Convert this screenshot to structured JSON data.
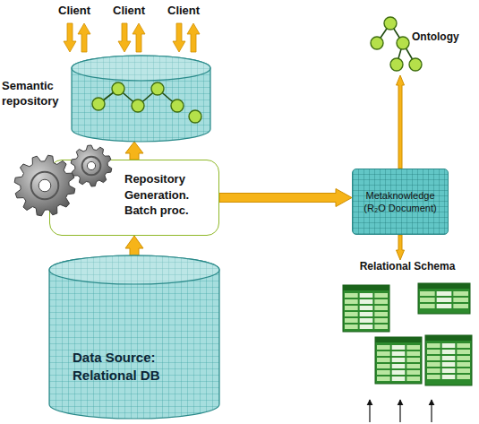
{
  "diagram": {
    "nodes": [
      {
        "text": [
          "Semantic repository"
        ]
      },
      {
        "text": [
          "Ontology"
        ]
      },
      {
        "text": [
          "Repository Generation. Batch proc."
        ]
      },
      {
        "text": [
          "Metaknowledge (R₂O Document)"
        ]
      },
      {
        "text": [
          "Relational Schema"
        ]
      },
      {
        "text": [
          "Data Source: Relational DB"
        ]
      }
    ],
    "edges": [
      {
        "from": 5,
        "to": 2,
        "arrow": "to"
      },
      {
        "from": 2,
        "to": 0,
        "arrow": "to"
      },
      {
        "from": 2,
        "to": 3,
        "arrow": "to"
      },
      {
        "from": 3,
        "to": 1,
        "arrow": "to"
      },
      {
        "from": 3,
        "to": 4,
        "arrow": "to"
      }
    ],
    "labels": [
      "Client",
      "Client",
      "Client"
    ]
  }
}
